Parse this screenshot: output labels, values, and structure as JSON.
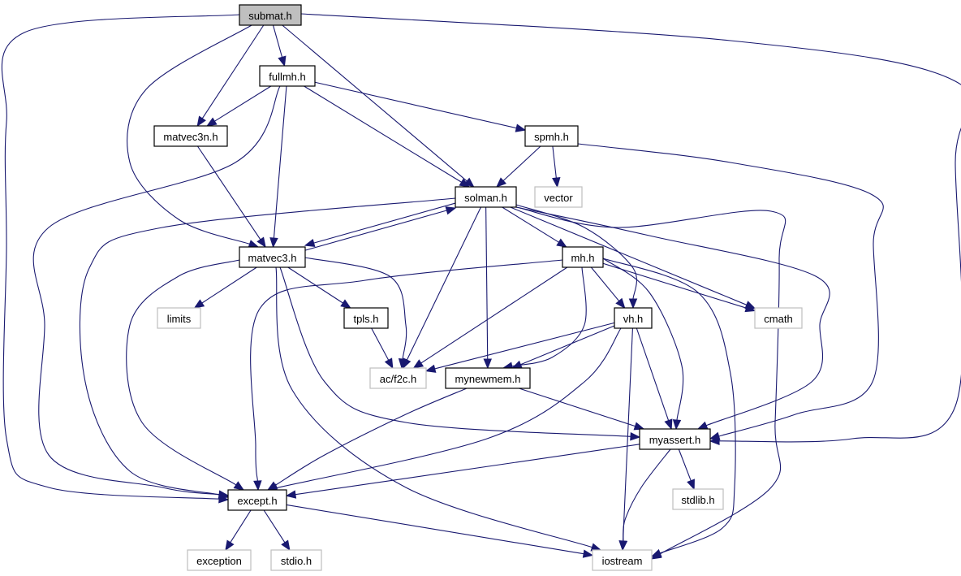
{
  "title": "submat.h include dependency graph",
  "colors": {
    "edge": "#191970",
    "root_fill": "#bfbfbf",
    "local_border": "#000000",
    "system_border": "#bfbfbf"
  },
  "nodes": [
    {
      "id": "submat",
      "label": "submat.h",
      "kind": "root"
    },
    {
      "id": "fullmh",
      "label": "fullmh.h",
      "kind": "local"
    },
    {
      "id": "matvec3n",
      "label": "matvec3n.h",
      "kind": "local"
    },
    {
      "id": "spmh",
      "label": "spmh.h",
      "kind": "local"
    },
    {
      "id": "solman",
      "label": "solman.h",
      "kind": "local"
    },
    {
      "id": "vector",
      "label": "vector",
      "kind": "system"
    },
    {
      "id": "matvec3",
      "label": "matvec3.h",
      "kind": "local"
    },
    {
      "id": "mh",
      "label": "mh.h",
      "kind": "local"
    },
    {
      "id": "limits",
      "label": "limits",
      "kind": "system"
    },
    {
      "id": "tpls",
      "label": "tpls.h",
      "kind": "local"
    },
    {
      "id": "vh",
      "label": "vh.h",
      "kind": "local"
    },
    {
      "id": "cmath",
      "label": "cmath",
      "kind": "system"
    },
    {
      "id": "acf2c",
      "label": "ac/f2c.h",
      "kind": "system"
    },
    {
      "id": "mynewmem",
      "label": "mynewmem.h",
      "kind": "local"
    },
    {
      "id": "myassert",
      "label": "myassert.h",
      "kind": "local"
    },
    {
      "id": "stdlib",
      "label": "stdlib.h",
      "kind": "system"
    },
    {
      "id": "except",
      "label": "except.h",
      "kind": "local"
    },
    {
      "id": "exception",
      "label": "exception",
      "kind": "system"
    },
    {
      "id": "stdio",
      "label": "stdio.h",
      "kind": "system"
    },
    {
      "id": "iostream",
      "label": "iostream",
      "kind": "system"
    }
  ],
  "edges": [
    {
      "from": "submat",
      "to": "fullmh"
    },
    {
      "from": "submat",
      "to": "matvec3n"
    },
    {
      "from": "submat",
      "to": "matvec3"
    },
    {
      "from": "submat",
      "to": "solman"
    },
    {
      "from": "submat",
      "to": "except"
    },
    {
      "from": "submat",
      "to": "myassert"
    },
    {
      "from": "fullmh",
      "to": "matvec3n"
    },
    {
      "from": "fullmh",
      "to": "matvec3"
    },
    {
      "from": "fullmh",
      "to": "spmh"
    },
    {
      "from": "fullmh",
      "to": "solman"
    },
    {
      "from": "fullmh",
      "to": "except"
    },
    {
      "from": "matvec3n",
      "to": "matvec3"
    },
    {
      "from": "spmh",
      "to": "solman"
    },
    {
      "from": "spmh",
      "to": "vector"
    },
    {
      "from": "spmh",
      "to": "myassert"
    },
    {
      "from": "solman",
      "to": "matvec3"
    },
    {
      "from": "matvec3",
      "to": "solman"
    },
    {
      "from": "solman",
      "to": "mh"
    },
    {
      "from": "solman",
      "to": "vh"
    },
    {
      "from": "solman",
      "to": "cmath"
    },
    {
      "from": "solman",
      "to": "acf2c"
    },
    {
      "from": "solman",
      "to": "mynewmem"
    },
    {
      "from": "solman",
      "to": "myassert"
    },
    {
      "from": "solman",
      "to": "except"
    },
    {
      "from": "solman",
      "to": "iostream"
    },
    {
      "from": "matvec3",
      "to": "limits"
    },
    {
      "from": "matvec3",
      "to": "tpls"
    },
    {
      "from": "matvec3",
      "to": "acf2c"
    },
    {
      "from": "matvec3",
      "to": "myassert"
    },
    {
      "from": "matvec3",
      "to": "except"
    },
    {
      "from": "matvec3",
      "to": "iostream"
    },
    {
      "from": "mh",
      "to": "vh"
    },
    {
      "from": "mh",
      "to": "cmath"
    },
    {
      "from": "mh",
      "to": "acf2c"
    },
    {
      "from": "mh",
      "to": "mynewmem"
    },
    {
      "from": "mh",
      "to": "myassert"
    },
    {
      "from": "mh",
      "to": "except"
    },
    {
      "from": "mh",
      "to": "iostream"
    },
    {
      "from": "tpls",
      "to": "acf2c"
    },
    {
      "from": "vh",
      "to": "acf2c"
    },
    {
      "from": "vh",
      "to": "mynewmem"
    },
    {
      "from": "vh",
      "to": "myassert"
    },
    {
      "from": "vh",
      "to": "except"
    },
    {
      "from": "vh",
      "to": "iostream"
    },
    {
      "from": "mynewmem",
      "to": "myassert"
    },
    {
      "from": "mynewmem",
      "to": "except"
    },
    {
      "from": "myassert",
      "to": "stdlib"
    },
    {
      "from": "myassert",
      "to": "except"
    },
    {
      "from": "myassert",
      "to": "iostream"
    },
    {
      "from": "except",
      "to": "exception"
    },
    {
      "from": "except",
      "to": "stdio"
    },
    {
      "from": "except",
      "to": "iostream"
    }
  ]
}
